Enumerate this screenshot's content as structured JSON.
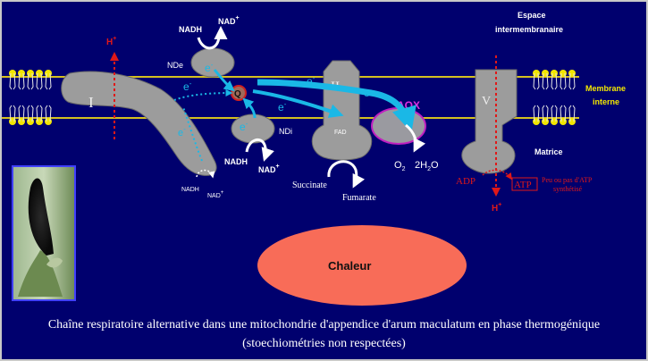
{
  "labels": {
    "espace_line1": "Espace",
    "espace_line2": "intermembranaire",
    "membrane_line1": "Membrane",
    "membrane_line2": "interne",
    "matrice": "Matrice",
    "complex_I": "I",
    "complex_II": "II",
    "complex_V": "V",
    "aox": "AOX",
    "q": "Q",
    "nde": "NDe",
    "ndi": "NDi",
    "fad": "FAD",
    "nadh_top": "NADH",
    "nad_top": "NAD",
    "nadh_ndi": "NADH",
    "nad_ndi": "NAD",
    "nadh_I": "NADH",
    "nad_I": "NAD",
    "plus": "+",
    "electron": "e",
    "minus": "-",
    "h": "H",
    "succinate": "Succinate",
    "fumarate": "Fumarate",
    "o2": "O",
    "o2_sub": "2",
    "water_pre": "2H",
    "water_sub": "2",
    "water_post": "O",
    "adp": "ADP",
    "atp": "ATP",
    "atp_note_line1": "Peu ou pas d'ATP",
    "atp_note_line2": "synthétisé",
    "chaleur": "Chaleur"
  },
  "caption_line1": "Chaîne respiratoire alternative dans une mitochondrie d'appendice d'arum maculatum en phase thermogénique",
  "caption_line2": "(stoechiométries non respectées)",
  "colors": {
    "frame_bg": "#c8c8c8",
    "diagram_bg": "#00006e",
    "membrane_line": "#d4c020",
    "lipid_head": "#f2e600",
    "protein": "#9c9c9c",
    "protein_stroke": "#6a6a6a",
    "electron_flow": "#1ab8e6",
    "proton_red": "#e01818",
    "q_fill": "#a06a5a",
    "q_stroke": "#d02020",
    "aox_fill": "#9a9aa0",
    "aox_stroke": "#c020c0",
    "aox_text": "#e030e0",
    "heat": "#f86c58",
    "label_yellow": "#f4e800"
  }
}
